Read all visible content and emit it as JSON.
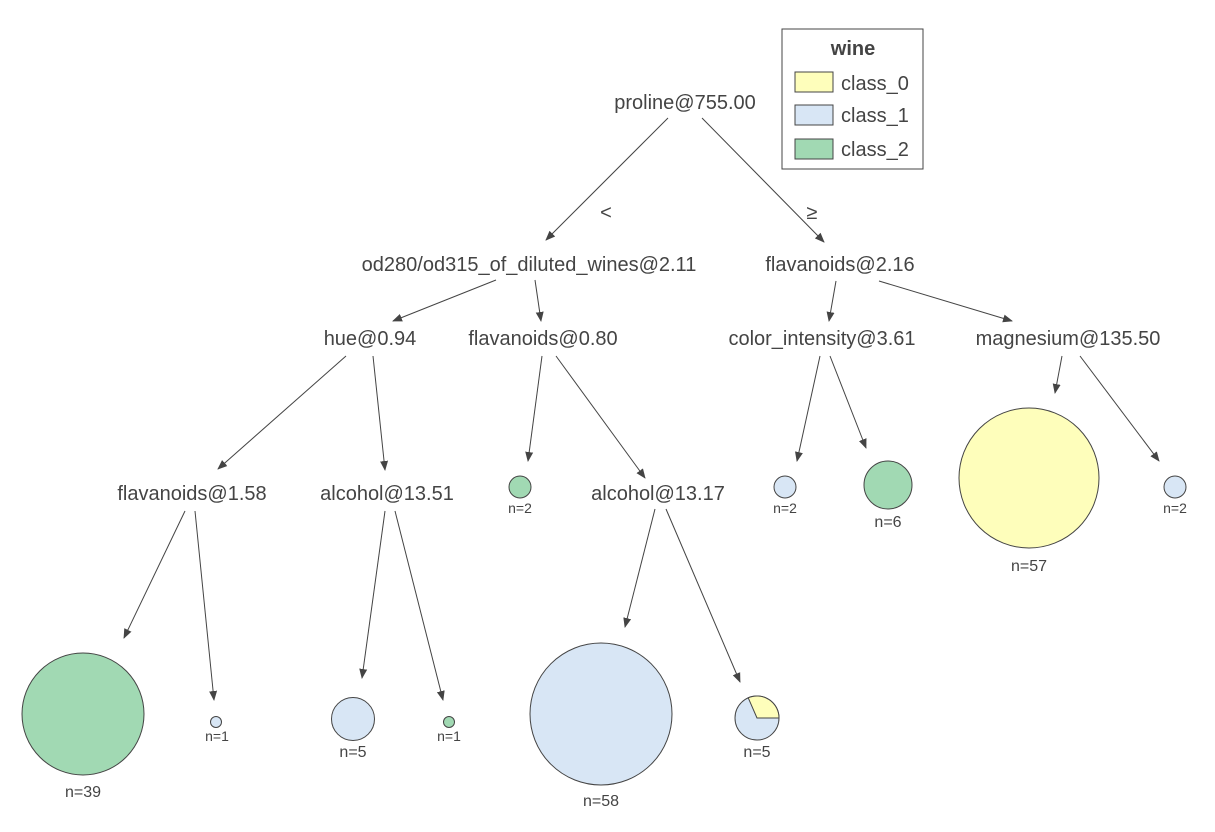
{
  "colors": {
    "class_0": "#fefebb",
    "class_1": "#d8e6f5",
    "class_2": "#a1d9b3",
    "edge": "#444444",
    "stroke": "#444444"
  },
  "legend": {
    "title": "wine",
    "items": [
      {
        "label": "class_0",
        "color": "#fefebb"
      },
      {
        "label": "class_1",
        "color": "#d8e6f5"
      },
      {
        "label": "class_2",
        "color": "#a1d9b3"
      }
    ]
  },
  "edge_labels": {
    "left": "<",
    "right": "≥"
  },
  "splits": {
    "root": "proline@755.00",
    "l": "od280/od315_of_diluted_wines@2.11",
    "r": "flavanoids@2.16",
    "ll": "hue@0.94",
    "lr": "flavanoids@0.80",
    "rl": "color_intensity@3.61",
    "rr": "magnesium@135.50",
    "lll": "flavanoids@1.58",
    "llr": "alcohol@13.51",
    "lrr": "alcohol@13.17"
  },
  "leaves": {
    "lrl": {
      "n_label": "n=2",
      "n": 2,
      "class": "class_2"
    },
    "rll": {
      "n_label": "n=2",
      "n": 2,
      "class": "class_1"
    },
    "rlr": {
      "n_label": "n=6",
      "n": 6,
      "class": "class_2"
    },
    "rrl": {
      "n_label": "n=57",
      "n": 57,
      "class": "class_0"
    },
    "rrr": {
      "n_label": "n=2",
      "n": 2,
      "class": "class_1"
    },
    "llll": {
      "n_label": "n=39",
      "n": 39,
      "class": "class_2"
    },
    "lllr": {
      "n_label": "n=1",
      "n": 1,
      "class": "class_1"
    },
    "llrl": {
      "n_label": "n=5",
      "n": 5,
      "class": "class_1"
    },
    "llrr": {
      "n_label": "n=1",
      "n": 1,
      "class": "class_2"
    },
    "lrrl": {
      "n_label": "n=58",
      "n": 58,
      "class": "class_1"
    },
    "lrrr": {
      "n_label": "n=5",
      "n": 5,
      "class": "mixed",
      "class_0_fraction": 0.3,
      "class_1_fraction": 0.7
    }
  }
}
